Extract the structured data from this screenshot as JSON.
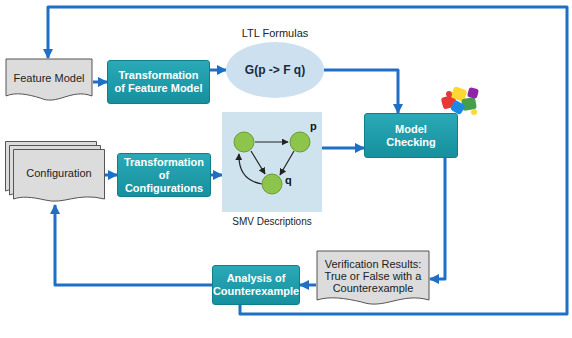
{
  "diagram": {
    "nodes": [
      {
        "text": [
          "Feature Model"
        ]
      },
      {
        "text": [
          "Transformation of Feature Model"
        ]
      },
      {
        "text": [
          "LTL Formulas",
          "G(p -> F q)"
        ]
      },
      {
        "text": [
          "Model Checking"
        ]
      },
      {
        "text": [
          "Configuration"
        ]
      },
      {
        "text": [
          "Transformation of Configurations"
        ]
      },
      {
        "text": [
          "SMV Descriptions"
        ]
      },
      {
        "text": [
          "Verification Results: True or False with a Counterexample"
        ]
      },
      {
        "text": [
          "Analysis of Counterexample"
        ]
      }
    ],
    "edges": [
      {
        "from": 0,
        "to": 1,
        "arrow": "to"
      },
      {
        "from": 1,
        "to": 2,
        "arrow": "to"
      },
      {
        "from": 2,
        "to": 3,
        "arrow": "to"
      },
      {
        "from": 4,
        "to": 5,
        "arrow": "to"
      },
      {
        "from": 5,
        "to": 6,
        "arrow": "to"
      },
      {
        "from": 6,
        "to": 3,
        "arrow": "to"
      },
      {
        "from": 3,
        "to": 7,
        "arrow": "to"
      },
      {
        "from": 7,
        "to": 8,
        "arrow": "to"
      },
      {
        "from": 8,
        "to": 4,
        "arrow": "to"
      },
      {
        "from": 8,
        "to": 0,
        "arrow": "to"
      }
    ],
    "labels": [
      "p",
      "q"
    ]
  }
}
